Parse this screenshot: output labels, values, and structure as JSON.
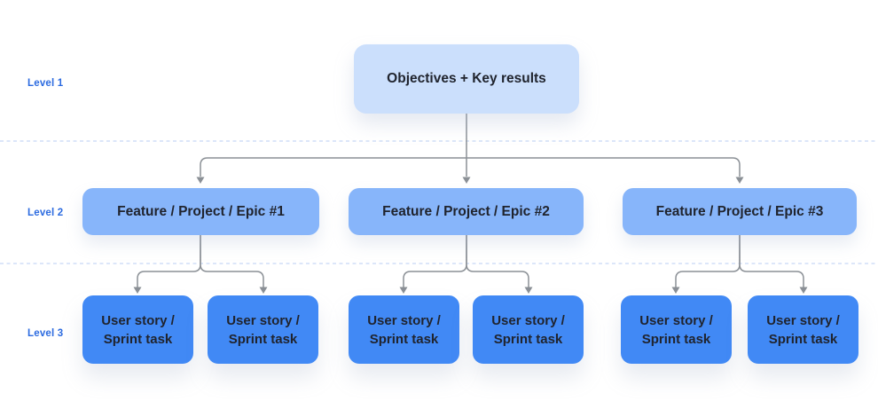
{
  "diagram": {
    "level_labels": [
      "Level 1",
      "Level 2",
      "Level 3"
    ],
    "root": {
      "label": "Objectives + Key results"
    },
    "epics": [
      {
        "label": "Feature / Project / Epic #1"
      },
      {
        "label": "Feature / Project / Epic #2"
      },
      {
        "label": "Feature / Project / Epic #3"
      }
    ],
    "stories": [
      {
        "lines": [
          "User story /",
          "Sprint task"
        ]
      },
      {
        "lines": [
          "User story /",
          "Sprint task"
        ]
      },
      {
        "lines": [
          "User story /",
          "Sprint task"
        ]
      },
      {
        "lines": [
          "User story /",
          "Sprint task"
        ]
      },
      {
        "lines": [
          "User story /",
          "Sprint task"
        ]
      },
      {
        "lines": [
          "User story /",
          "Sprint task"
        ]
      }
    ]
  },
  "colors": {
    "background": "#ffffff",
    "level1_fill": "#cbdffc",
    "level2_fill": "#87b5fa",
    "level3_fill": "#4189f5",
    "node_text": "#20242e",
    "level_label_text": "#2c6be0",
    "connector": "#8b9096",
    "separator": "#c8d8f5"
  }
}
